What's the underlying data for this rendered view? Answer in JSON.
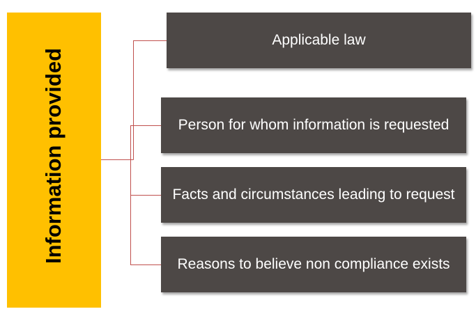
{
  "diagram": {
    "main_label": "Information provided",
    "items": [
      {
        "label": "Applicable law"
      },
      {
        "label": "Person for whom information is requested"
      },
      {
        "label": "Facts and circumstances leading to request"
      },
      {
        "label": "Reasons to believe non compliance exists"
      }
    ]
  },
  "colors": {
    "main_box": "#FFC000",
    "item_box": "#4D4846",
    "item_text": "#FFFFFF",
    "connector": "#C0504D"
  }
}
